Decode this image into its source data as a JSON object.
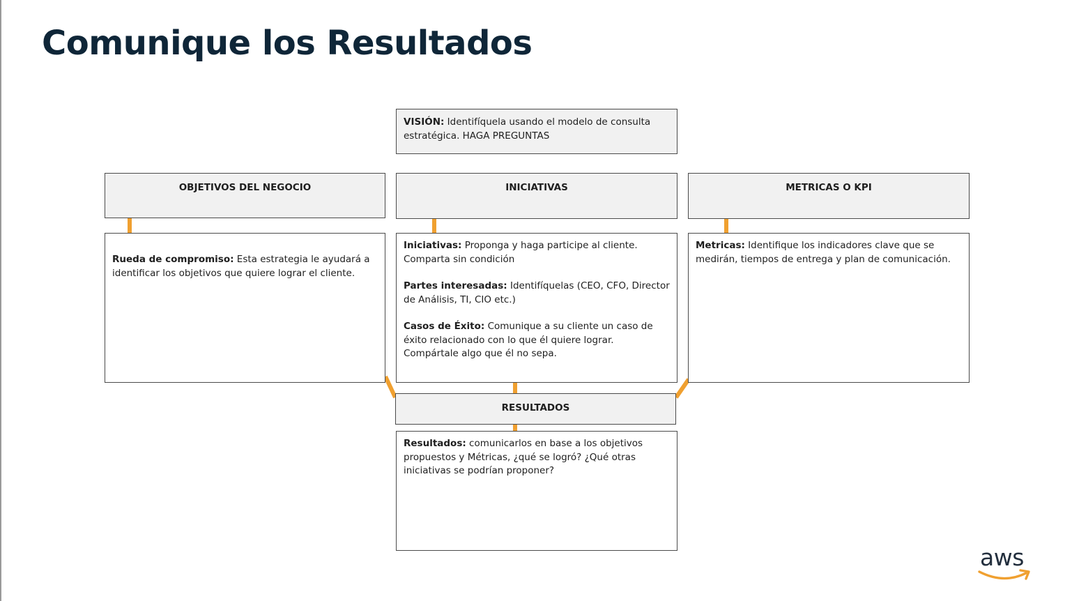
{
  "title": "Comunique los Resultados",
  "vision": {
    "label": "VISIÓN:",
    "text": " Identifíquela usando el modelo de consulta estratégica. HAGA PREGUNTAS"
  },
  "columns": {
    "objetivos": {
      "header": "OBJETIVOS DEL NEGOCIO",
      "paragraphs": [
        {
          "label": "Rueda de compromiso:",
          "text": " Esta estrategia le ayudará a identificar los objetivos que quiere lograr el cliente."
        }
      ]
    },
    "iniciativas": {
      "header": "INICIATIVAS",
      "paragraphs": [
        {
          "label": "Iniciativas:",
          "text": " Proponga y haga participe al cliente. Comparta sin condición"
        },
        {
          "label": "Partes interesadas:",
          "text": " Identifíquelas (CEO, CFO, Director de Análisis, TI, CIO etc.)"
        },
        {
          "label": "Casos de Éxito:",
          "text": " Comunique a su cliente un caso de éxito relacionado con lo que él quiere lograr. Compártale algo que él no sepa."
        }
      ]
    },
    "metricas": {
      "header": "METRICAS O KPI",
      "paragraphs": [
        {
          "label": "Metricas:",
          "text": " Identifique los indicadores clave que se medirán, tiempos de entrega y plan de comunicación."
        }
      ]
    }
  },
  "resultados": {
    "header": "RESULTADOS",
    "label": "Resultados:",
    "text": " comunicarlos en base a los objetivos propuestos y Métricas, ¿qué se logró? ¿Qué otras iniciativas se podrían proponer?"
  },
  "logo": {
    "text": "aws"
  },
  "colors": {
    "title": "#0f2638",
    "connector": "#f0a030",
    "border": "#4a4a4a",
    "header_fill": "#f1f1f1"
  }
}
